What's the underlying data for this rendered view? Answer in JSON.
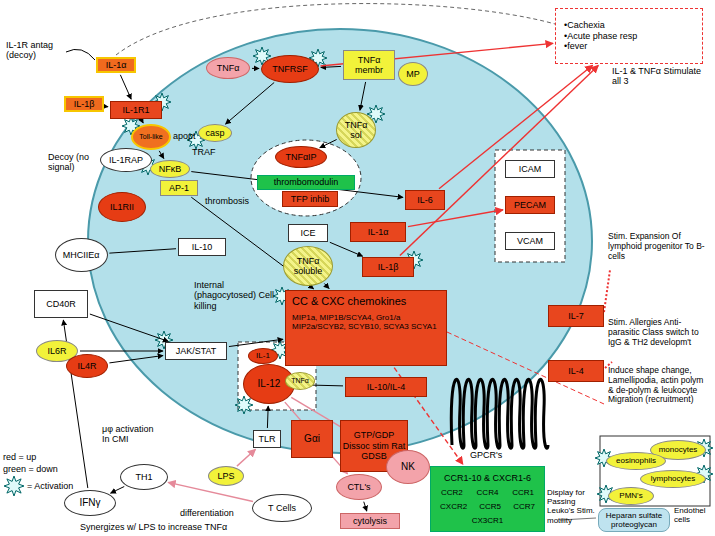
{
  "diagram": {
    "nodes": [
      {
        "text": [
          "IL-1α"
        ]
      },
      {
        "text": [
          "IL-1β"
        ]
      },
      {
        "text": [
          "TNFα"
        ]
      },
      {
        "text": [
          "TNFRSF"
        ]
      },
      {
        "text": [
          "TNFα membr"
        ]
      },
      {
        "text": [
          "MP"
        ]
      },
      {
        "text": [
          "•Cachexia",
          "•Acute phase resp",
          "•fever"
        ]
      },
      {
        "text": [
          "IL-1R1"
        ]
      },
      {
        "text": [
          "Toll-like"
        ]
      },
      {
        "text": [
          "casp"
        ]
      },
      {
        "text": [
          "TNFα sol"
        ]
      },
      {
        "text": [
          "IL-1RAP"
        ]
      },
      {
        "text": [
          "NFκB"
        ]
      },
      {
        "text": [
          "AP-1"
        ]
      },
      {
        "text": [
          "IL1RII"
        ]
      },
      {
        "text": [
          "TNFαIP"
        ]
      },
      {
        "text": [
          "thrombomodulin"
        ]
      },
      {
        "text": [
          "TFP inhib"
        ]
      },
      {
        "text": [
          "ICAM"
        ]
      },
      {
        "text": [
          "PECAM"
        ]
      },
      {
        "text": [
          "VCAM"
        ]
      },
      {
        "text": [
          "IL-6"
        ]
      },
      {
        "text": [
          "IL-1α"
        ]
      },
      {
        "text": [
          "ICE"
        ]
      },
      {
        "text": [
          "IL-1β"
        ]
      },
      {
        "text": [
          "TNFα soluble"
        ]
      },
      {
        "text": [
          "IL-10"
        ]
      },
      {
        "text": [
          "MHCIIEα"
        ]
      },
      {
        "text": [
          "IL-7"
        ]
      },
      {
        "text": [
          "IL-4"
        ]
      },
      {
        "text": [
          "CD40R"
        ]
      },
      {
        "text": [
          "CC & CXC chemokines",
          "MIP1a, MIP1B/SCYA4, Gro1/a MIP2a/SCYB2, SCYB10, SCYA3 SCYA1"
        ]
      },
      {
        "text": [
          "IL6R"
        ]
      },
      {
        "text": [
          "IL4R"
        ]
      },
      {
        "text": [
          "JAK/STAT"
        ]
      },
      {
        "text": [
          "IL-1"
        ]
      },
      {
        "text": [
          "IL-12"
        ]
      },
      {
        "text": [
          "TNFα"
        ]
      },
      {
        "text": [
          "IL-10/IL-4"
        ]
      },
      {
        "text": [
          "TLR"
        ]
      },
      {
        "text": [
          "Gαi"
        ]
      },
      {
        "text": [
          "GTP/GDP Dissoc stim Rat GDSB"
        ]
      },
      {
        "text": [
          "LPS"
        ]
      },
      {
        "text": [
          "TH1"
        ]
      },
      {
        "text": [
          "IFNγ"
        ]
      },
      {
        "text": [
          "T Cells"
        ]
      },
      {
        "text": [
          "CTL's"
        ]
      },
      {
        "text": [
          "NK"
        ]
      },
      {
        "text": [
          "cytolysis"
        ]
      },
      {
        "text": [
          "CCR1-10 & CXCR1-6",
          "CCR2",
          "CCR4",
          "CCR1",
          "CXCR2",
          "CCR5",
          "CCR7",
          "CX3CR1"
        ]
      },
      {
        "text": [
          "monocytes"
        ]
      },
      {
        "text": [
          "eosinophils"
        ]
      },
      {
        "text": [
          "lymphocytes"
        ]
      },
      {
        "text": [
          "PMN's"
        ]
      },
      {
        "text": [
          "Heparan sulfate proteoglycan"
        ]
      }
    ],
    "edges": [
      {
        "from": 0,
        "to": 7,
        "arrow": "to"
      },
      {
        "from": 1,
        "to": 7,
        "arrow": "to"
      },
      {
        "from": 2,
        "to": 3,
        "arrow": "to"
      },
      {
        "from": 4,
        "to": 3,
        "arrow": "to"
      },
      {
        "from": 4,
        "to": 10,
        "arrow": "to"
      },
      {
        "from": 3,
        "to": 9,
        "arrow": "to"
      },
      {
        "from": 7,
        "to": 8,
        "arrow": "to"
      },
      {
        "from": 8,
        "to": 12,
        "arrow": "to"
      },
      {
        "from": 12,
        "to": 21,
        "arrow": "to"
      },
      {
        "from": 13,
        "to": 31,
        "arrow": "to"
      },
      {
        "from": 10,
        "to": 15,
        "arrow": "to"
      },
      {
        "from": 21,
        "to": 6,
        "arrow": "to"
      },
      {
        "from": 24,
        "to": 6,
        "arrow": "to"
      },
      {
        "from": 3,
        "to": 6,
        "arrow": "to"
      },
      {
        "from": 23,
        "to": 24,
        "arrow": "to"
      },
      {
        "from": 25,
        "to": 31,
        "arrow": "to"
      },
      {
        "from": 26,
        "to": 27,
        "arrow": "none"
      },
      {
        "from": 38,
        "to": 36,
        "arrow": "none"
      },
      {
        "from": 30,
        "to": 34,
        "arrow": "to"
      },
      {
        "from": 32,
        "to": 34,
        "arrow": "to"
      },
      {
        "from": 33,
        "to": 34,
        "arrow": "to"
      },
      {
        "from": 34,
        "to": 31,
        "arrow": "to"
      },
      {
        "from": 42,
        "to": 39,
        "arrow": "to"
      },
      {
        "from": 39,
        "to": 36,
        "arrow": "to"
      },
      {
        "from": 45,
        "to": 43,
        "arrow": "to"
      },
      {
        "from": 43,
        "to": 44,
        "arrow": "to"
      },
      {
        "from": 44,
        "to": 30,
        "arrow": "to"
      },
      {
        "from": 31,
        "to": 49,
        "arrow": "to"
      },
      {
        "from": 36,
        "to": 46,
        "arrow": "to"
      },
      {
        "from": 36,
        "to": 47,
        "arrow": "to"
      },
      {
        "from": 46,
        "to": 48,
        "arrow": "to"
      },
      {
        "from": 22,
        "to": 19,
        "arrow": "to"
      }
    ],
    "labels": [
      "IL-1R antag (decoy)",
      "Decoy (no signal)",
      "apopt",
      "TRAF",
      "thrombosis",
      "IL-1 & TNFα Stimulate all 3",
      "Stim. Expansion Of lymphoid progenitor To B-cells",
      "Stim. Allergies Anti-parasitic Class switch to IgG & TH2 developm't",
      "Induce shape change, Lamellipodia, actin polym & de-polym & leukocyte Migration (recruitment)",
      "Internal (phagocytosed) Cell killing",
      "μφ activation In CMI",
      "differentiation",
      "Synergizes w/ LPS to increase TNFα",
      "GPCR's",
      "Display for Passing Leuko's Stim. motility",
      "Endothel cells"
    ],
    "legend": [
      {
        "text": "red = up"
      },
      {
        "text": "green = down"
      },
      {
        "text": "= Activation"
      }
    ]
  }
}
